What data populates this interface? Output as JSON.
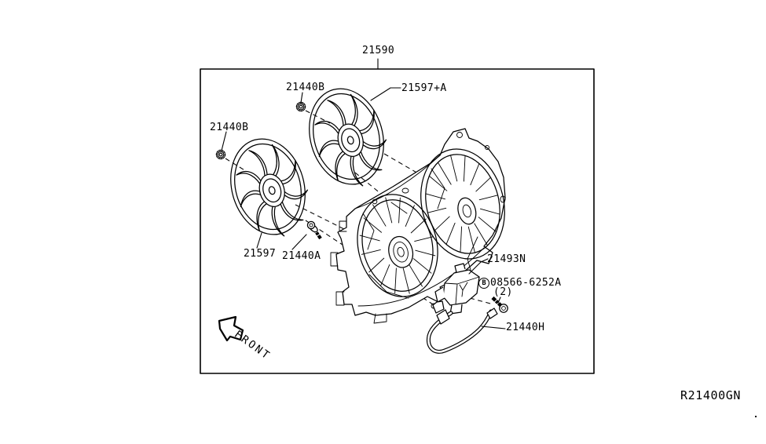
{
  "page": {
    "background": "#ffffff",
    "line_color": "#000000"
  },
  "diagram": {
    "ref_code": "R21400GN",
    "front_label": "FRONT",
    "callouts": {
      "assembly": "21590",
      "fan_motor_sub": "21597+A",
      "nut_top": "21440B",
      "nut_left": "21440B",
      "fan_front": "21597",
      "bolt": "21440A",
      "control_module": "21493N",
      "screw_prefix": "B",
      "screw": "08566-6252A",
      "screw_qty": "(2)",
      "harness": "21440H"
    }
  }
}
